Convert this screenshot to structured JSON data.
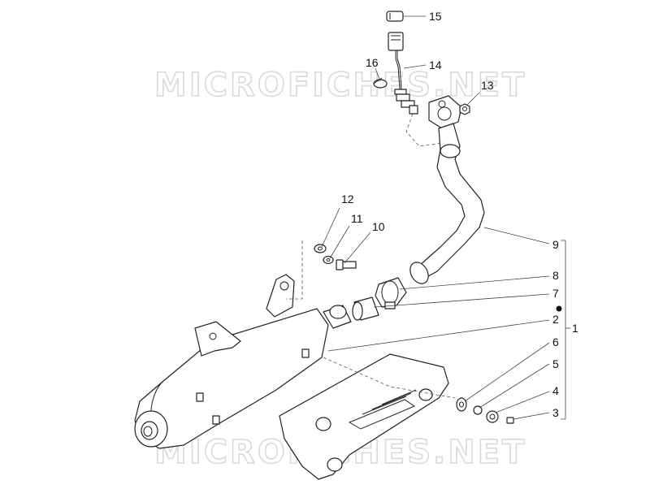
{
  "watermark": "MICROFICHES.NET",
  "callouts": {
    "c1": "1",
    "c2": "2",
    "c3": "3",
    "c4": "4",
    "c5": "5",
    "c6": "6",
    "c7": "7",
    "c8": "8",
    "c9": "9",
    "c10": "10",
    "c11": "11",
    "c12": "12",
    "c13": "13",
    "c14": "14",
    "c15": "15",
    "c16": "16"
  }
}
